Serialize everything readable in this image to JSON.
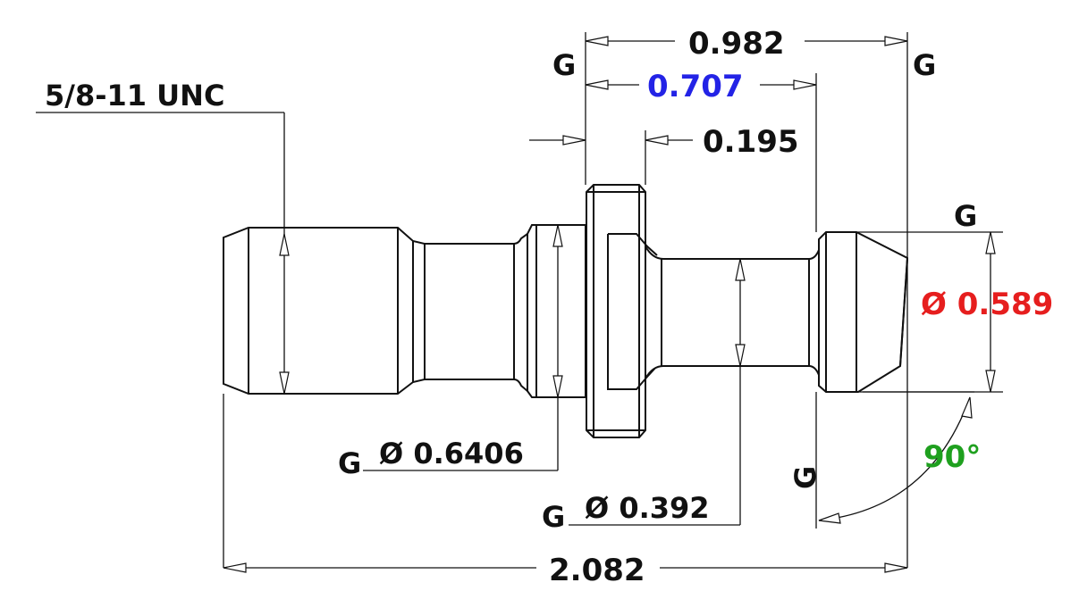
{
  "labels": {
    "thread": "5/8-11 UNC",
    "dim_0982": "0.982",
    "dim_0707": "0.707",
    "dim_0195": "0.195",
    "dim_0589": "Ø 0.589",
    "dim_06406": "Ø 0.6406",
    "dim_0392": "Ø 0.392",
    "dim_2082": "2.082",
    "angle_90": "90°",
    "gauge_mark": "G"
  },
  "colors": {
    "line": "#111111",
    "blue": "#2323e6",
    "red": "#e61e1e",
    "green": "#1fa01f"
  }
}
